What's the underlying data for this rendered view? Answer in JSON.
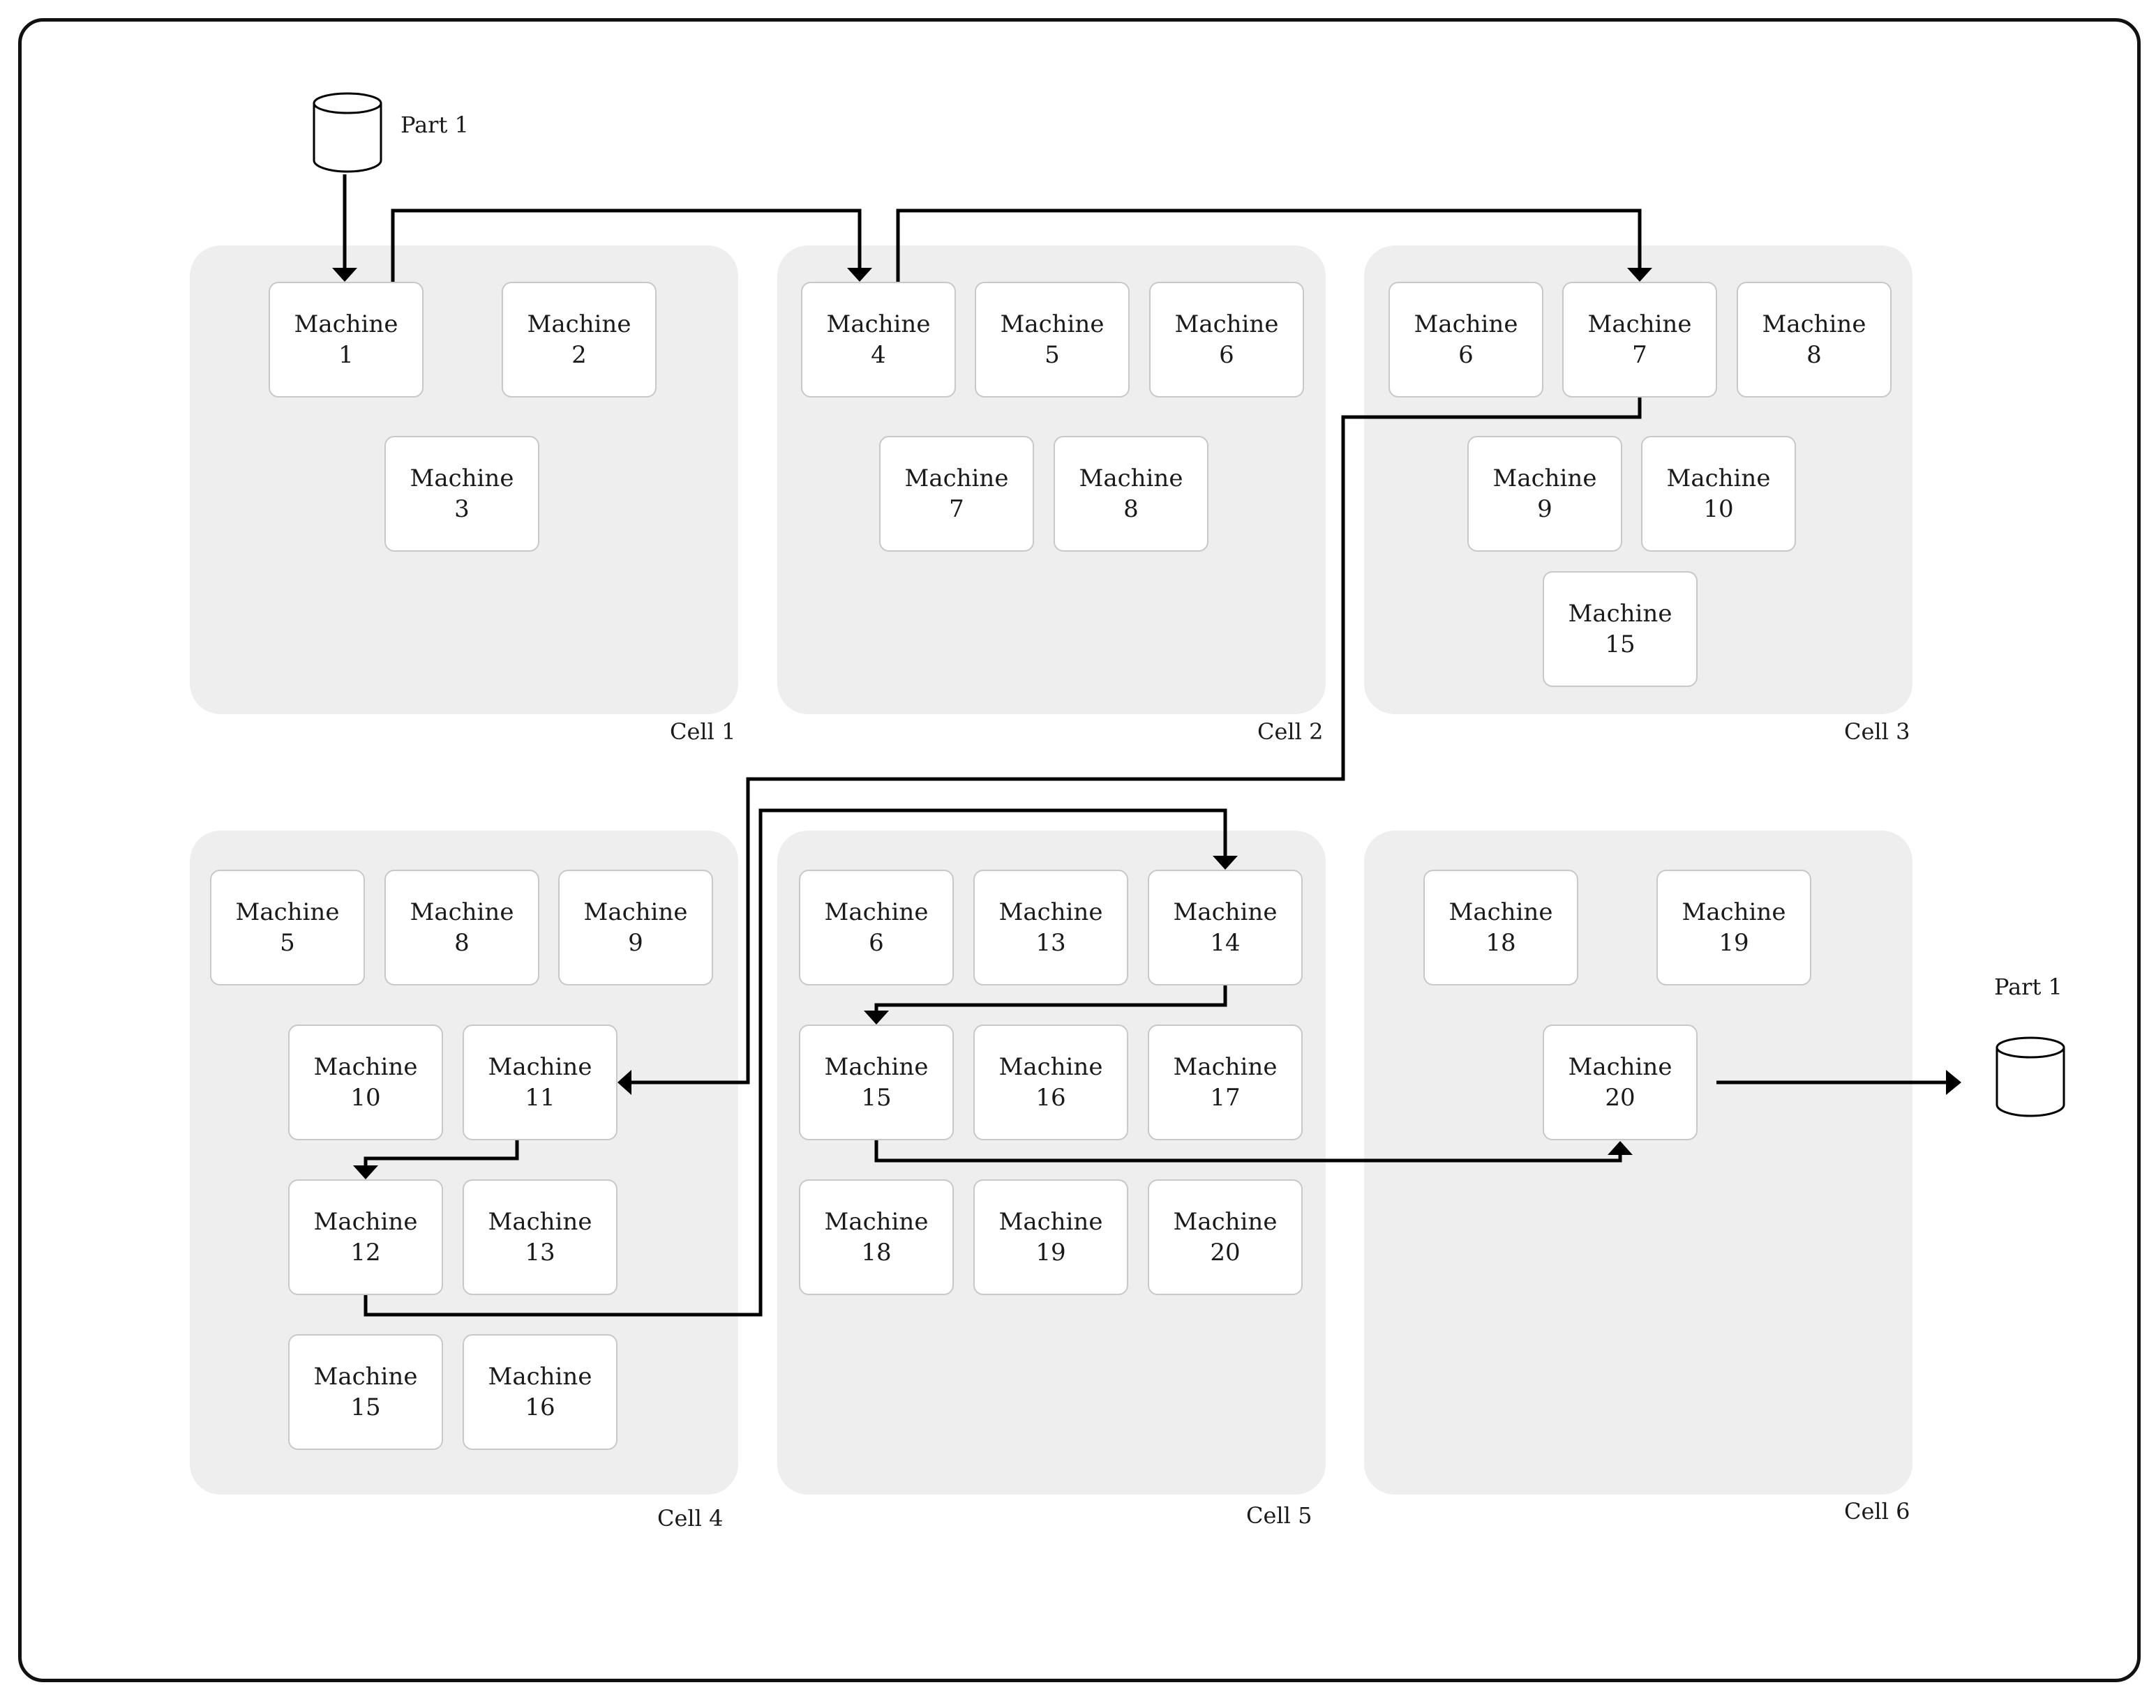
{
  "machine_word": "Machine",
  "part_labels": {
    "source": "Part 1",
    "sink": "Part 1"
  },
  "cells": [
    {
      "label": "Cell 1",
      "machines": [
        "1",
        "2",
        "3"
      ]
    },
    {
      "label": "Cell 2",
      "machines": [
        "4",
        "5",
        "6",
        "7",
        "8"
      ]
    },
    {
      "label": "Cell 3",
      "machines": [
        "6",
        "7",
        "8",
        "9",
        "10",
        "15"
      ]
    },
    {
      "label": "Cell 4",
      "machines": [
        "5",
        "8",
        "9",
        "10",
        "11",
        "12",
        "13",
        "15",
        "16"
      ]
    },
    {
      "label": "Cell 5",
      "machines": [
        "6",
        "13",
        "14",
        "15",
        "16",
        "17",
        "18",
        "19",
        "20"
      ]
    },
    {
      "label": "Cell 6",
      "machines": [
        "18",
        "19",
        "20"
      ]
    }
  ],
  "route": [
    "Part 1",
    "Machine 1",
    "Machine 4",
    "Machine 7",
    "Machine 11",
    "Machine 12",
    "Machine 14",
    "Machine 15",
    "Machine 20",
    "Part 1"
  ],
  "colors": {
    "cell_fill": "#eeeeee",
    "machine_border": "#c8c8c8",
    "arrow": "#000000",
    "frame": "#111111"
  }
}
